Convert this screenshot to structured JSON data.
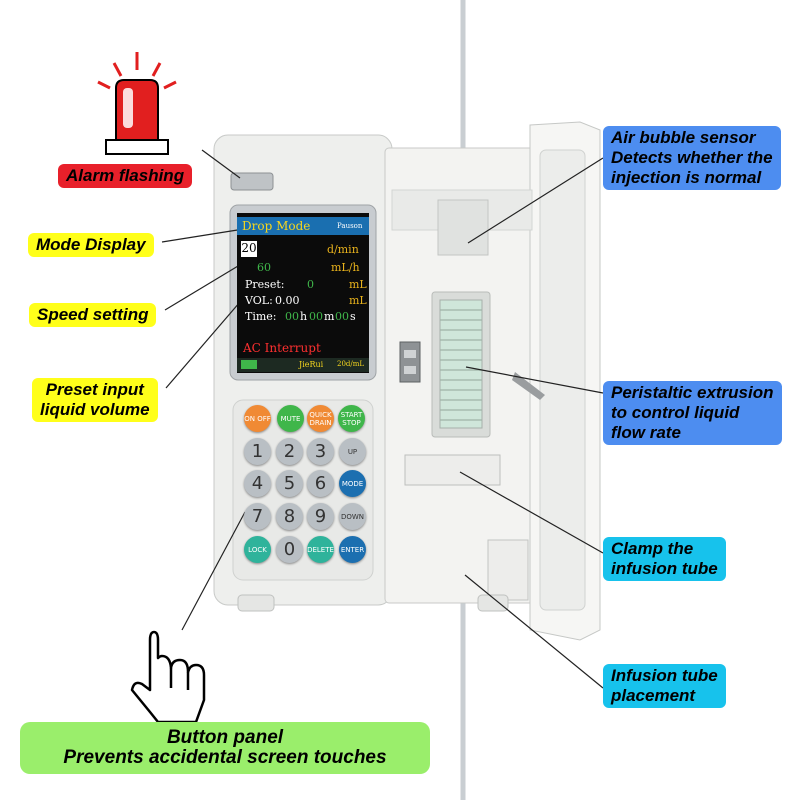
{
  "callouts": {
    "alarm": "Alarm flashing",
    "mode": "Mode Display",
    "speed": "Speed setting",
    "preset_line1": "Preset input",
    "preset_line2": "liquid volume",
    "air_line1": "Air bubble sensor",
    "air_line2": "Detects whether the",
    "air_line3": "injection is normal",
    "peristaltic_line1": "Peristaltic extrusion",
    "peristaltic_line2": "to control liquid",
    "peristaltic_line3": "flow rate",
    "clamp_line1": "Clamp the",
    "clamp_line2": "infusion tube",
    "tube_line1": "Infusion tube",
    "tube_line2": "placement",
    "panel_line1": "Button panel",
    "panel_line2": "Prevents accidental screen touches"
  },
  "screen": {
    "header": "Drop Mode",
    "brand": "Pauson",
    "rate_value": "20",
    "rate_unit": "d/min",
    "flow_value": "60",
    "flow_unit": "mL/h",
    "preset_label": "Preset:",
    "preset_value": "0",
    "preset_unit": "mL",
    "vol_label": "VOL:",
    "vol_value": "0.00",
    "vol_unit": "mL",
    "time_label": "Time:",
    "time_h": "00",
    "time_h_unit": "h",
    "time_m": "00",
    "time_m_unit": "m",
    "time_s": "00",
    "time_s_unit": "s",
    "alert": "AC Interrupt",
    "footer_brand": "JieRui",
    "footer_unit": "20d/mL"
  },
  "keys": {
    "on_off": "ON OFF",
    "mute": "MUTE",
    "quick_drain": "QUICK DRAIN",
    "start_stop": "START STOP",
    "up": "UP",
    "mode_key": "MODE",
    "down": "DOWN",
    "delete": "DELETE",
    "lock": "LOCK",
    "enter": "ENTER",
    "digits": [
      "1",
      "2",
      "3",
      "4",
      "5",
      "6",
      "7",
      "8",
      "9",
      "0"
    ]
  },
  "colors": {
    "yellow_label": "#ffff1a",
    "red_label": "#e8202a",
    "blue_label": "#4d8df0",
    "cyan_label": "#17c2ec",
    "green_label": "#9aee6b",
    "screen_header": "#1a6fb0",
    "screen_text": "#f5d61e",
    "screen_alert": "#ff3030"
  }
}
